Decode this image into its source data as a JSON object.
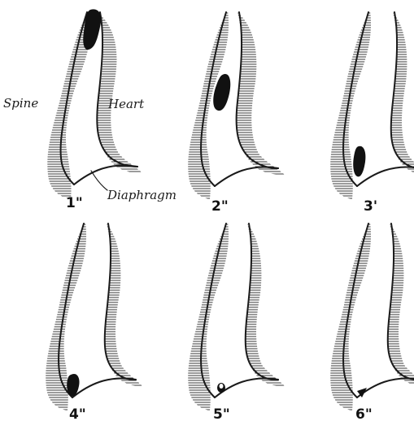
{
  "figure": {
    "labels": {
      "spine": "Spine",
      "heart": "Heart",
      "diaphragm": "Diaphragm"
    },
    "frames": [
      {
        "label": "1\"",
        "bolus": "upper"
      },
      {
        "label": "2\"",
        "bolus": "middle"
      },
      {
        "label": "3'",
        "bolus": "lower"
      },
      {
        "label": "4\"",
        "bolus": "lower"
      },
      {
        "label": "5\"",
        "bolus": "small"
      },
      {
        "label": "6\"",
        "bolus": "tip"
      }
    ]
  }
}
